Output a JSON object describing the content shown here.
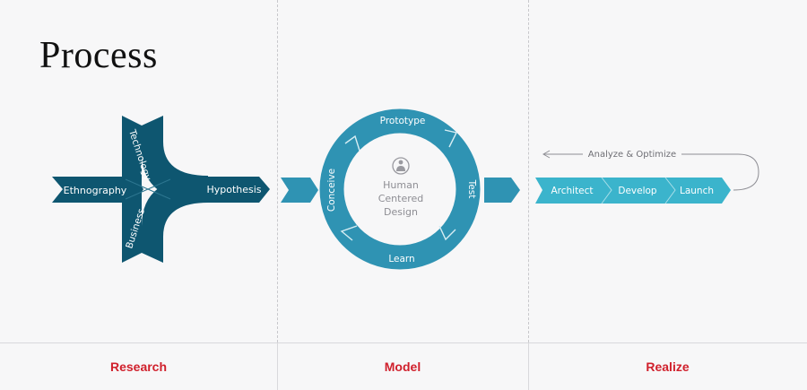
{
  "title": "Process",
  "research": {
    "left_label": "Ethnography",
    "top_label": "Technology",
    "bottom_label": "Business",
    "right_label": "Hypothesis"
  },
  "model": {
    "center_lines": [
      "Human",
      "Centered",
      "Design"
    ],
    "ring_labels": {
      "top": "Prototype",
      "right": "Test",
      "bottom": "Learn",
      "left": "Conceive"
    },
    "center_icon": "person-icon"
  },
  "realize": {
    "loop_label": "Analyze & Optimize",
    "steps": [
      "Architect",
      "Develop",
      "Launch"
    ]
  },
  "footer": [
    "Research",
    "Model",
    "Realize"
  ],
  "colors": {
    "dark_teal": "#0e5670",
    "mid_teal": "#2f93b3",
    "light_teal": "#3bb4cc",
    "footer_red": "#d0202c"
  }
}
